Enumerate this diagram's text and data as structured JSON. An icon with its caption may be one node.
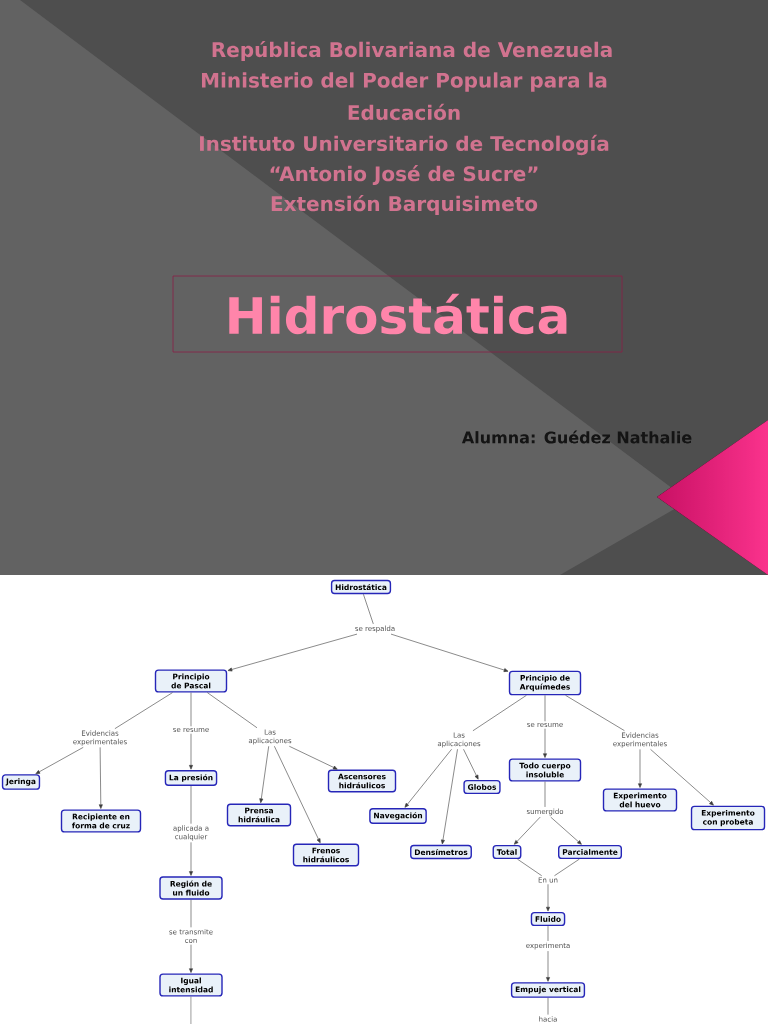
{
  "diagram": {
    "title": "Hidrostática",
    "nodes": [
      {
        "text": [
          "Hidrostática"
        ]
      },
      {
        "text": [
          "se respalda"
        ]
      },
      {
        "text": [
          "Principio de Pascal"
        ]
      },
      {
        "text": [
          "Principio de Arquímedes"
        ]
      },
      {
        "text": [
          "Evidencias experimentales"
        ]
      },
      {
        "text": [
          "se resume"
        ]
      },
      {
        "text": [
          "Las aplicaciones"
        ]
      },
      {
        "text": [
          "Las aplicaciones"
        ]
      },
      {
        "text": [
          "se resume"
        ]
      },
      {
        "text": [
          "Evidencias experimentales"
        ]
      },
      {
        "text": [
          "Jeringa"
        ]
      },
      {
        "text": [
          "La presión"
        ]
      },
      {
        "text": [
          "Ascensores hidráulicos"
        ]
      },
      {
        "text": [
          "Todo cuerpo insoluble"
        ]
      },
      {
        "text": [
          "Globos"
        ]
      },
      {
        "text": [
          "Recipiente en forma de cruz"
        ]
      },
      {
        "text": [
          "Prensa hidráulica"
        ]
      },
      {
        "text": [
          "Navegación"
        ]
      },
      {
        "text": [
          "Experimento del huevo"
        ]
      },
      {
        "text": [
          "Experimento con probeta"
        ]
      },
      {
        "text": [
          "aplicada a cualquier"
        ]
      },
      {
        "text": [
          "sumergido"
        ]
      },
      {
        "text": [
          "Frenos hidráulicos"
        ]
      },
      {
        "text": [
          "Densímetros"
        ]
      },
      {
        "text": [
          "Total"
        ]
      },
      {
        "text": [
          "Parcialmente"
        ]
      },
      {
        "text": [
          "En un"
        ]
      },
      {
        "text": [
          "Región de un fluido"
        ]
      },
      {
        "text": [
          "Fluido"
        ]
      },
      {
        "text": [
          "se transmite con"
        ]
      },
      {
        "text": [
          "experimenta"
        ]
      },
      {
        "text": [
          "Igual intensidad"
        ]
      },
      {
        "text": [
          "Empuje vertical"
        ]
      },
      {
        "text": [
          "hacia"
        ]
      }
    ],
    "edges": [
      {
        "from": 0,
        "to": 1,
        "arrow": "none"
      },
      {
        "from": 1,
        "to": 2,
        "arrow": "to"
      },
      {
        "from": 1,
        "to": 3,
        "arrow": "to"
      },
      {
        "from": 2,
        "to": 4,
        "arrow": "none"
      },
      {
        "from": 2,
        "to": 5,
        "arrow": "none"
      },
      {
        "from": 2,
        "to": 6,
        "arrow": "none"
      },
      {
        "from": 4,
        "to": 10,
        "arrow": "to"
      },
      {
        "from": 4,
        "to": 15,
        "arrow": "to"
      },
      {
        "from": 5,
        "to": 11,
        "arrow": "to"
      },
      {
        "from": 6,
        "to": 16,
        "arrow": "to"
      },
      {
        "from": 6,
        "to": 22,
        "arrow": "to"
      },
      {
        "from": 6,
        "to": 12,
        "arrow": "to"
      },
      {
        "from": 3,
        "to": 7,
        "arrow": "none"
      },
      {
        "from": 3,
        "to": 8,
        "arrow": "none"
      },
      {
        "from": 3,
        "to": 9,
        "arrow": "none"
      },
      {
        "from": 7,
        "to": 17,
        "arrow": "to"
      },
      {
        "from": 7,
        "to": 23,
        "arrow": "to"
      },
      {
        "from": 7,
        "to": 14,
        "arrow": "to"
      },
      {
        "from": 8,
        "to": 13,
        "arrow": "to"
      },
      {
        "from": 9,
        "to": 18,
        "arrow": "to"
      },
      {
        "from": 9,
        "to": 19,
        "arrow": "to"
      },
      {
        "from": 11,
        "to": 20,
        "arrow": "none"
      },
      {
        "from": 20,
        "to": 27,
        "arrow": "to"
      },
      {
        "from": 27,
        "to": 29,
        "arrow": "none"
      },
      {
        "from": 29,
        "to": 31,
        "arrow": "to"
      },
      {
        "from": 31,
        "to": null,
        "arrow": "none"
      },
      {
        "from": 13,
        "to": 21,
        "arrow": "none"
      },
      {
        "from": 21,
        "to": 24,
        "arrow": "to"
      },
      {
        "from": 21,
        "to": 25,
        "arrow": "to"
      },
      {
        "from": 24,
        "to": 26,
        "arrow": "none"
      },
      {
        "from": 25,
        "to": 26,
        "arrow": "none"
      },
      {
        "from": 26,
        "to": 28,
        "arrow": "to"
      },
      {
        "from": 28,
        "to": 30,
        "arrow": "none"
      },
      {
        "from": 30,
        "to": 32,
        "arrow": "to"
      },
      {
        "from": 32,
        "to": 33,
        "arrow": "none"
      }
    ],
    "labels": [
      "República Bolivariana de Venezuela",
      "Ministerio del Poder Popular para la",
      "Educación",
      "Instituto Universitario de Tecnología",
      "“Antonio José de Sucre”",
      "Extensión Barquisimeto",
      "Alumna: Guédez Nathalie"
    ]
  }
}
